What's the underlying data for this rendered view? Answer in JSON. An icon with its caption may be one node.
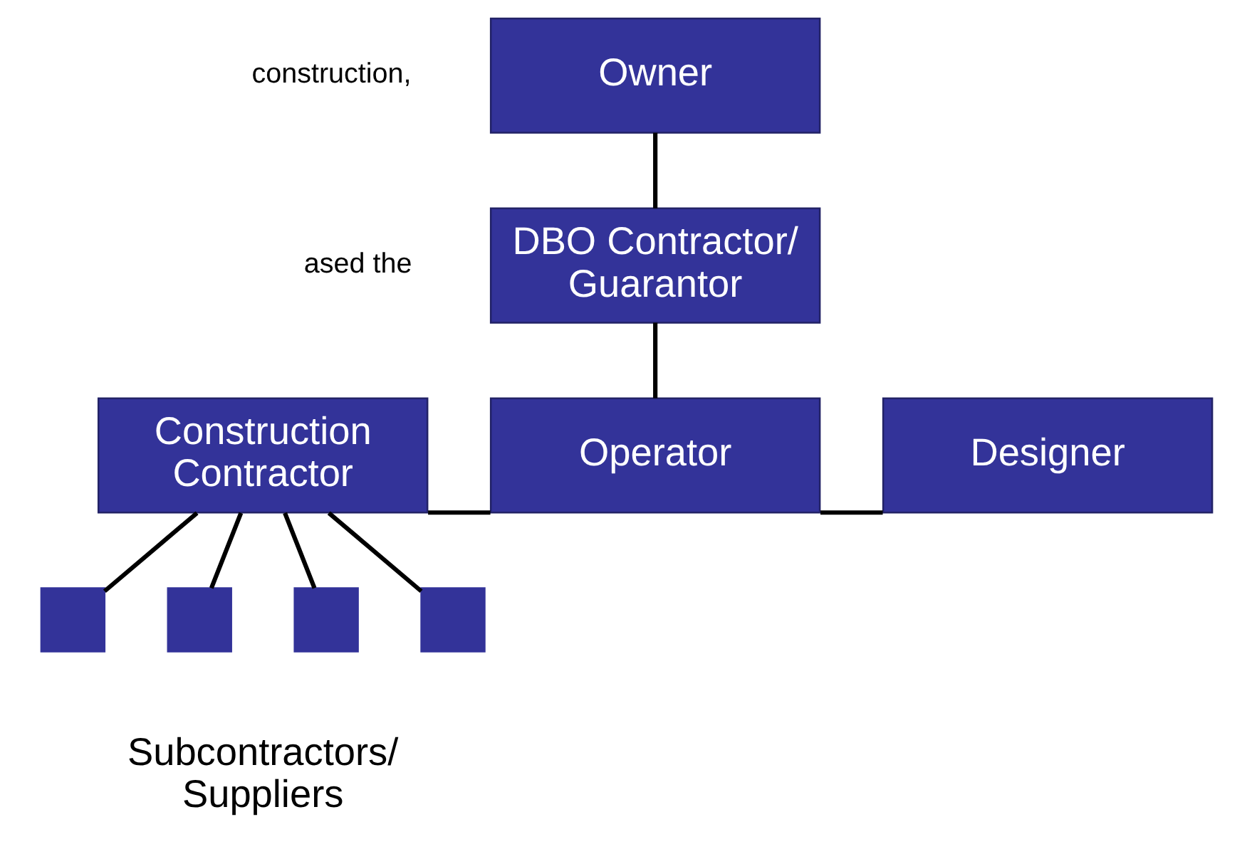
{
  "diagram": {
    "nodes": [
      {
        "text": [
          "Owner"
        ]
      },
      {
        "text": [
          "DBO Contractor/ Guarantor"
        ]
      },
      {
        "text": [
          "Construction Contractor"
        ]
      },
      {
        "text": [
          "Operator"
        ]
      },
      {
        "text": [
          "Designer"
        ]
      },
      {
        "text": [],
        "shape": "box"
      },
      {
        "text": [],
        "shape": "box"
      },
      {
        "text": [],
        "shape": "box"
      },
      {
        "text": [],
        "shape": "box"
      }
    ],
    "edges": [
      {
        "from": 0,
        "to": 1,
        "arrow": "none"
      },
      {
        "from": 1,
        "to": 3,
        "arrow": "none"
      },
      {
        "from": 2,
        "to": 3,
        "arrow": "none"
      },
      {
        "from": 3,
        "to": 4,
        "arrow": "none"
      },
      {
        "from": 2,
        "to": 5,
        "arrow": "none"
      },
      {
        "from": 2,
        "to": 6,
        "arrow": "none"
      },
      {
        "from": 2,
        "to": 7,
        "arrow": "none"
      },
      {
        "from": 2,
        "to": 8,
        "arrow": "none"
      }
    ],
    "labels": [
      "construction,",
      "ased the",
      "Subcontractors/ Suppliers"
    ]
  }
}
